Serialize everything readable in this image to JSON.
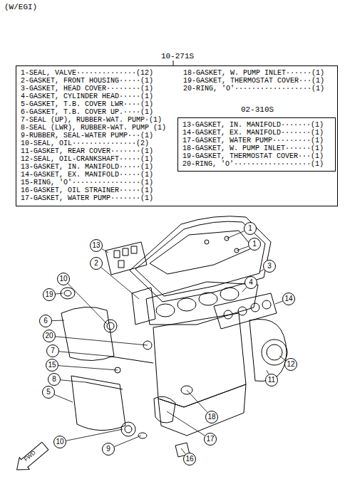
{
  "diagram": {
    "title": "(W/EGI)",
    "nodes": [
      {
        "text": [
          "10-271S",
          "1-SEAL, VALVE··············(12)",
          "2-GASKET, FRONT HOUSING·····(1)",
          "3-GASKET, HEAD COVER········(1)",
          "4-GASKET, CYLINDER HEAD·····(1)",
          "5-GASKET, T.B. COVER LWR····(1)",
          "6-GASKET, T.B. COVER UP.····(1)",
          "7-SEAL (UP), RUBBER-WAT. PUMP·(1)",
          "8-SEAL (LWR), RUBBER-WAT. PUMP (1)",
          "9-RUBBER, SEAL-WATER PUMP···(1)",
          "10-SEAL, OIL···············(2)",
          "11-GASKET, REAR COVER·······(1)",
          "12-SEAL, OIL-CRANKSHAFT·····(1)",
          "13-GASKET, IN. MANIFOLD·····(1)",
          "14-GASKET, EX. MANIFOLD·····(1)",
          "15-RING, 'O'················(1)",
          "16-GASKET, OIL STRAINER·····(1)",
          "17-GASKET, WATER PUMP·······(1)",
          "18-GASKET, W. PUMP INLET······(1)",
          "19-GASKET, THERMOSTAT COVER···(1)",
          "20-RING, 'O'··················(1)"
        ]
      },
      {
        "text": [
          "02-310S",
          "13-GASKET, IN. MANIFOLD·······(1)",
          "14-GASKET, EX. MANIFOLD·······(1)",
          "17-GASKET, WATER PUMP·········(1)",
          "18-GASKET, W. PUMP INLET······(1)",
          "19-GASKET, THERMOSTAT COVER···(1)",
          "20-RING, 'O'··················(1)"
        ],
        "in": 0
      },
      {
        "text": [
          "1"
        ]
      },
      {
        "text": [
          "13"
        ]
      },
      {
        "text": [
          "1"
        ]
      },
      {
        "text": [
          "2"
        ]
      },
      {
        "text": [
          "3"
        ]
      },
      {
        "text": [
          "10"
        ]
      },
      {
        "text": [
          "4"
        ]
      },
      {
        "text": [
          "19"
        ]
      },
      {
        "text": [
          "14"
        ]
      },
      {
        "text": [
          "6"
        ]
      },
      {
        "text": [
          "20"
        ]
      },
      {
        "text": [
          "7"
        ]
      },
      {
        "text": [
          "12"
        ]
      },
      {
        "text": [
          "15"
        ]
      },
      {
        "text": [
          "8"
        ]
      },
      {
        "text": [
          "11"
        ]
      },
      {
        "text": [
          "5"
        ]
      },
      {
        "text": [
          "18"
        ]
      },
      {
        "text": [
          "17"
        ]
      },
      {
        "text": [
          "10"
        ]
      },
      {
        "text": [
          "9"
        ]
      },
      {
        "text": [
          "16"
        ]
      }
    ],
    "labels": [
      "FWD"
    ]
  }
}
